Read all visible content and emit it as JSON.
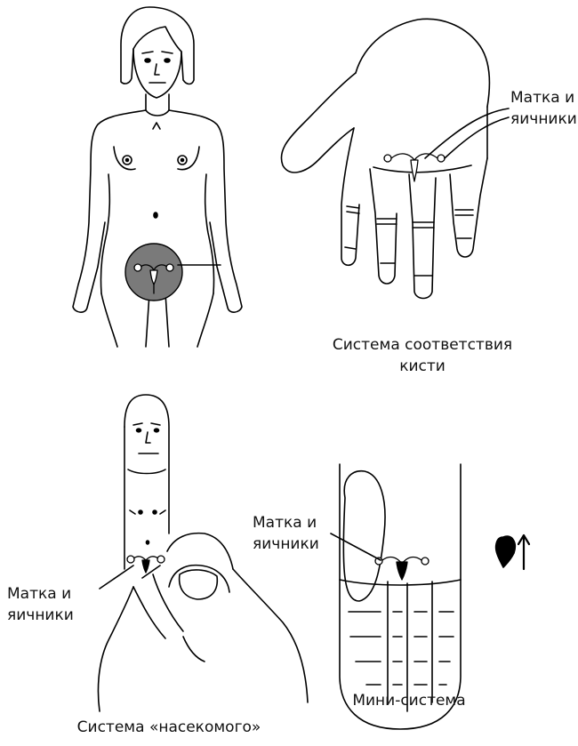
{
  "colors": {
    "line": "#000000",
    "highlight": "#7a7a7a",
    "background": "#ffffff"
  },
  "labels": {
    "hand_organ": "Матка и\nяичники",
    "mini_organ": "Матка и\nяичники",
    "insect_organ": "Матка и\nяичники"
  },
  "captions": {
    "hand_system": "Система соответствия\nкисти",
    "mini_system": "Мини-система",
    "insect_system": "Система «насекомого»"
  },
  "icons": {
    "direction": "seed-arrow-up-icon"
  }
}
